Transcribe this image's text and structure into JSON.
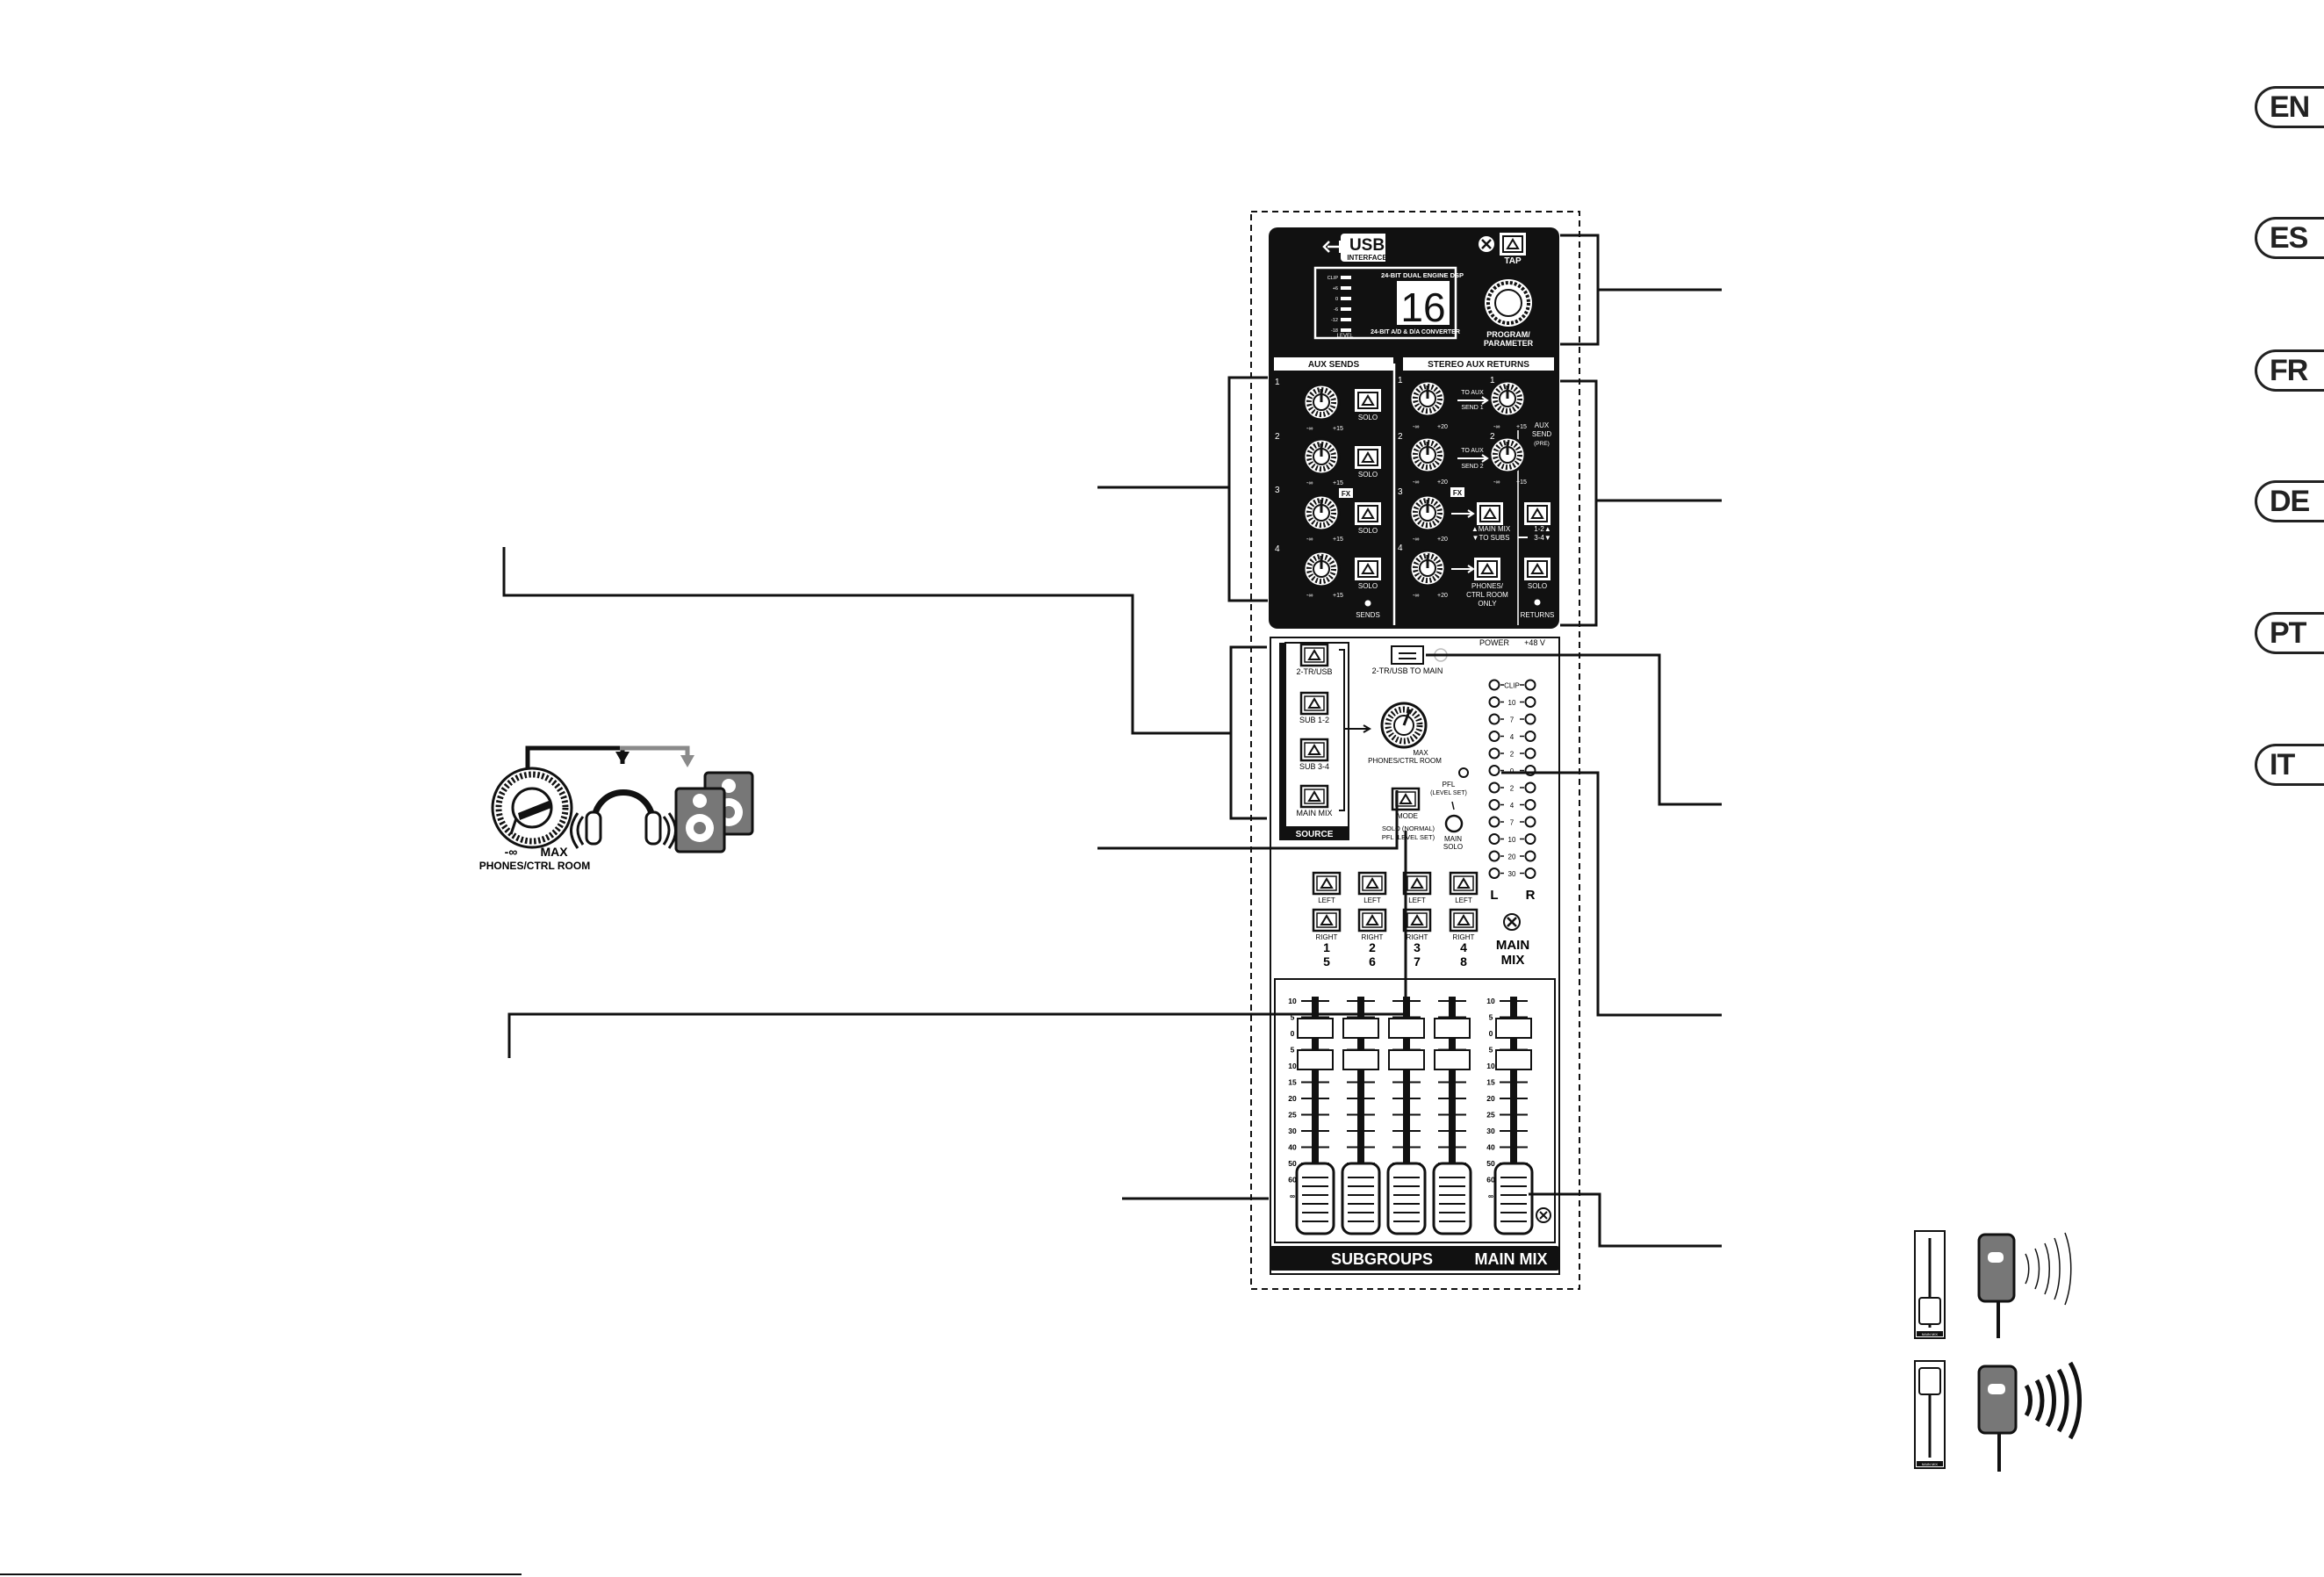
{
  "languages": [
    "EN",
    "ES",
    "FR",
    "DE",
    "PT",
    "IT"
  ],
  "usb": {
    "title": "USB",
    "subtitle": "INTERFACE"
  },
  "fx": {
    "dsp_title": "24-BIT DUAL ENGINE DSP",
    "display": "16",
    "converter": "24-BIT A/D & D/A CONVERTER",
    "level_label": "LEVEL",
    "meter_labels": [
      "CLIP",
      "+6",
      "0",
      "-6",
      "-12",
      "-18"
    ],
    "tap": "TAP",
    "program_label": [
      "PROGRAM/",
      "PARAMETER"
    ]
  },
  "aux_sends": {
    "title": "AUX SENDS",
    "channels": [
      "1",
      "2",
      "3",
      "4"
    ],
    "range": [
      "-∞",
      "+15"
    ],
    "fx_badge": "FX",
    "solo": "SOLO",
    "sends": "SENDS"
  },
  "stereo_returns": {
    "title": "STEREO AUX RETURNS",
    "channels": [
      "1",
      "2",
      "3",
      "4"
    ],
    "range_left": [
      "-∞",
      "+20"
    ],
    "range_right": [
      "-∞",
      "+15"
    ],
    "to_aux_send_1": [
      "TO AUX",
      "SEND 1"
    ],
    "to_aux_send_2": [
      "TO AUX",
      "SEND 2"
    ],
    "aux_send_pre": [
      "AUX",
      "SEND",
      "(PRE)"
    ],
    "main_mix_to_subs": [
      "▲MAIN MIX",
      "▼TO SUBS"
    ],
    "subs_12_34": [
      "1-2▲",
      "3-4▼"
    ],
    "phones_ctrl": [
      "PHONES/",
      "CTRL ROOM",
      "ONLY"
    ],
    "solo": "SOLO",
    "returns": "RETURNS"
  },
  "source": {
    "buttons": [
      "2-TR/USB",
      "SUB 1-2",
      "SUB 3-4",
      "MAIN MIX"
    ],
    "title": "SOURCE",
    "knob_label": "PHONES/CTRL ROOM",
    "knob_max": "MAX",
    "two_tr_to_main": "2-TR/USB TO MAIN",
    "mode": "MODE",
    "mode_desc": [
      "SOLO (NORMAL)",
      "PFL (LEVEL SET)"
    ],
    "pfl": [
      "PFL",
      "(LEVEL SET)"
    ],
    "main_solo": [
      "MAIN",
      "SOLO"
    ]
  },
  "power": {
    "power": "POWER",
    "phantom": "+48 V"
  },
  "meter": {
    "labels": [
      "CLIP",
      "10",
      "7",
      "4",
      "2",
      "0",
      "2",
      "4",
      "7",
      "10",
      "20",
      "30"
    ],
    "left": "L",
    "right": "R"
  },
  "assign": {
    "left": "LEFT",
    "right": "RIGHT",
    "pairs": [
      [
        "1",
        "5"
      ],
      [
        "2",
        "6"
      ],
      [
        "3",
        "7"
      ],
      [
        "4",
        "8"
      ]
    ],
    "main_mix": [
      "MAIN",
      "MIX"
    ]
  },
  "fader_scale": [
    "10",
    "5",
    "0",
    "5",
    "10",
    "15",
    "20",
    "25",
    "30",
    "40",
    "50",
    "60",
    "∞"
  ],
  "bottom": {
    "subgroups": "SUBGROUPS",
    "main_mix": "MAIN MIX"
  },
  "diagram": {
    "knob_max": "MAX",
    "knob_min": "-∞",
    "knob_label": "PHONES/CTRL ROOM"
  },
  "thumbs": {
    "fader_label": "MAIN MIX"
  },
  "colors": {
    "ink": "#111111",
    "panel": "#111111",
    "gray_arrow": "#8a8a8a",
    "speaker_gray": "#777777"
  }
}
